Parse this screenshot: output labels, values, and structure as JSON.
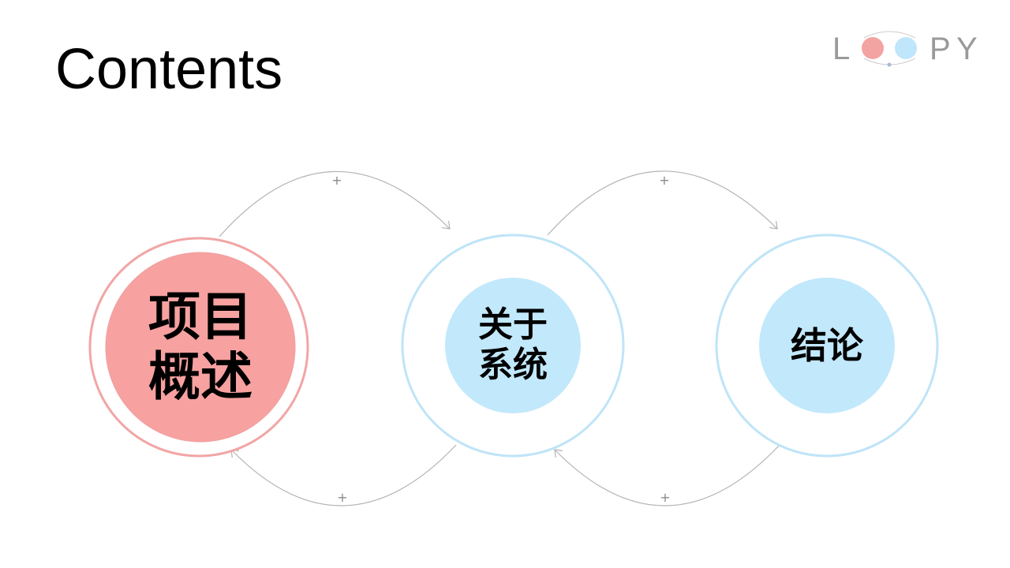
{
  "title": "Contents",
  "logo": {
    "letters": [
      "L",
      "P",
      "Y"
    ],
    "colors": {
      "pink": "#f4a3a3",
      "blue": "#bfe6fb",
      "line": "#bbbbbb"
    }
  },
  "nodes": [
    {
      "label": "项目\n概述",
      "fill": "#f7a1a1",
      "ring": "#f2a5a5",
      "active": true
    },
    {
      "label": "关于\n系统",
      "fill": "#c2e8fb",
      "ring": "#bfe4f7",
      "active": false
    },
    {
      "label": "结论",
      "fill": "#c2e8fb",
      "ring": "#bfe4f7",
      "active": false
    }
  ],
  "edges": [
    {
      "from": 0,
      "to": 1,
      "sign": "+"
    },
    {
      "from": 1,
      "to": 2,
      "sign": "+"
    },
    {
      "from": 1,
      "to": 0,
      "sign": "+"
    },
    {
      "from": 2,
      "to": 1,
      "sign": "+"
    }
  ],
  "colors": {
    "arrow": "#b3b3b3"
  }
}
